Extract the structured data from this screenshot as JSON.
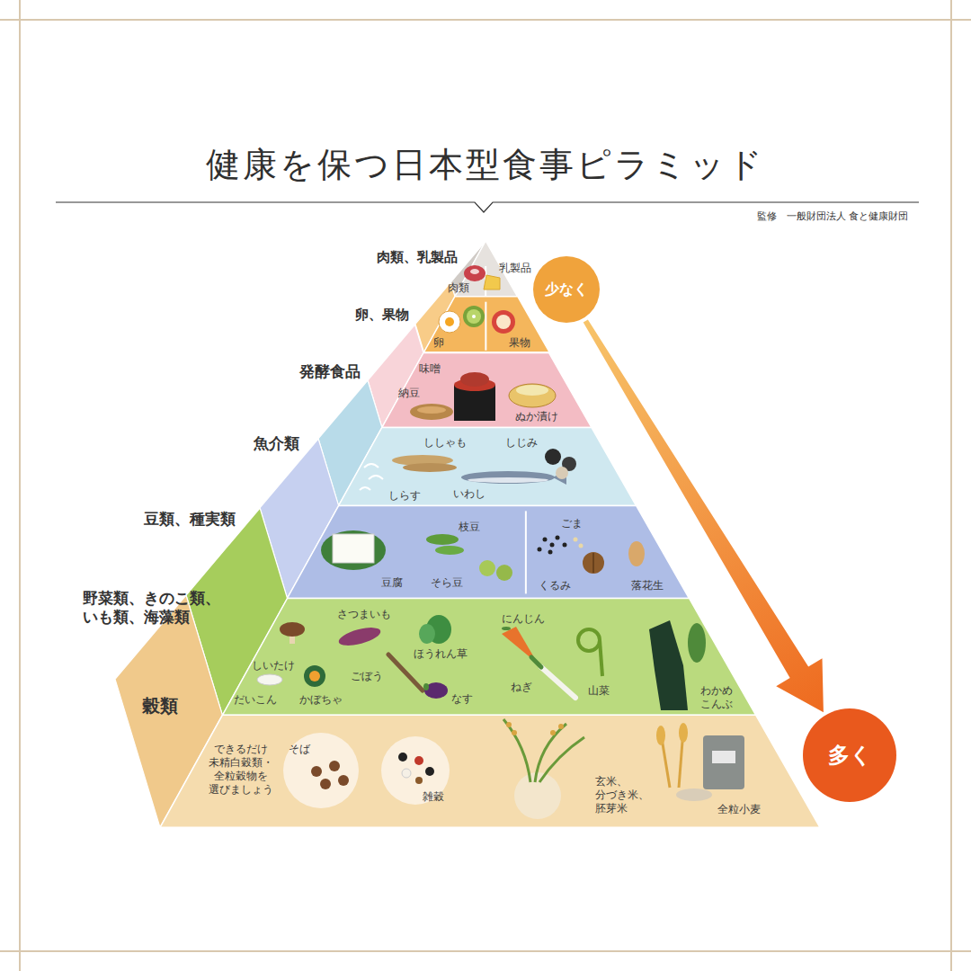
{
  "diagram": {
    "title": "健康を保つ日本型食事ピラミッド",
    "nodes": [
      {
        "text": [
          "肉類、乳製品",
          "肉類",
          "乳製品"
        ]
      },
      {
        "text": [
          "卵、果物",
          "卵",
          "果物"
        ]
      },
      {
        "text": [
          "発酵食品",
          "味噌",
          "納豆",
          "ぬか漬け"
        ]
      },
      {
        "text": [
          "魚介類",
          "ししゃも",
          "しじみ",
          "しらす",
          "いわし"
        ]
      },
      {
        "text": [
          "豆類、種実類",
          "枝豆",
          "ごま",
          "豆腐",
          "そら豆",
          "くるみ",
          "落花生"
        ]
      },
      {
        "text": [
          "野菜類、きのこ類、 いも類、海藻類",
          "さつまいも",
          "にんじん",
          "しいたけ",
          "ほうれん草",
          "ごぼう",
          "ねぎ",
          "山菜",
          "だいこん",
          "かぼちゃ",
          "なす",
          "わかめ こんぶ"
        ]
      },
      {
        "text": [
          "穀類",
          "できるだけ 未精白穀類・ 全粒穀物を 選びましょう",
          "そば",
          "雑穀",
          "玄米、 分づき米、 胚芽米",
          "全粒小麦"
        ]
      },
      {
        "text": [
          "少なく"
        ]
      },
      {
        "text": [
          "多く"
        ]
      }
    ],
    "edges": [
      {
        "from": 7,
        "to": 8,
        "arrow": "to"
      }
    ],
    "labels": [
      "監修　一般財団法人 食と健康財団"
    ]
  }
}
